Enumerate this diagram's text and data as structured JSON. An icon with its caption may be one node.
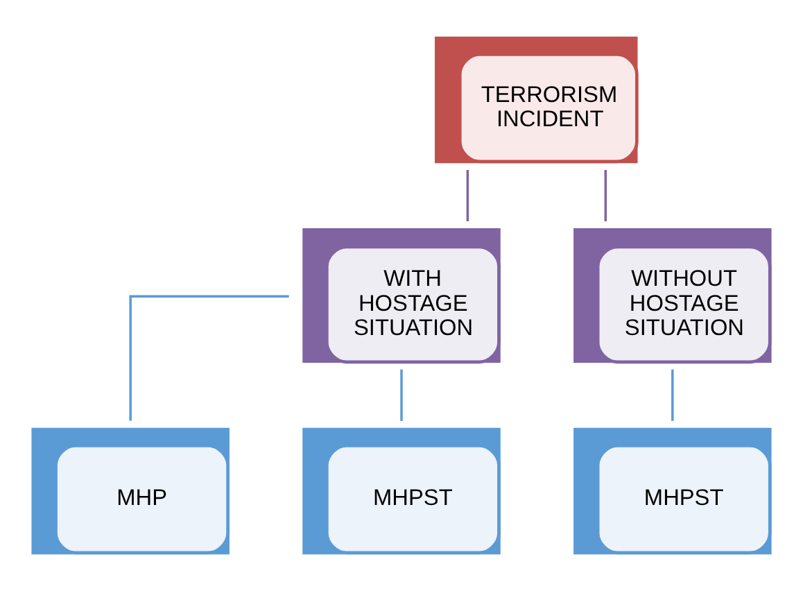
{
  "diagram": {
    "nodes": [
      {
        "text": [
          "TERRORISM INCIDENT"
        ]
      },
      {
        "text": [
          "WITH HOSTAGE SITUATION"
        ]
      },
      {
        "text": [
          "WITHOUT HOSTAGE SITUATION"
        ]
      },
      {
        "text": [
          "MHP"
        ]
      },
      {
        "text": [
          "MHPST"
        ]
      },
      {
        "text": [
          "MHPST"
        ]
      }
    ],
    "edges": [
      {
        "from": 0,
        "to": 1,
        "arrow": "none",
        "color": "#8064a2"
      },
      {
        "from": 0,
        "to": 2,
        "arrow": "none",
        "color": "#8064a2"
      },
      {
        "from": 1,
        "to": 3,
        "arrow": "none"
      },
      {
        "from": 1,
        "to": 4,
        "arrow": "none"
      },
      {
        "from": 2,
        "to": 5,
        "arrow": "none"
      }
    ]
  }
}
